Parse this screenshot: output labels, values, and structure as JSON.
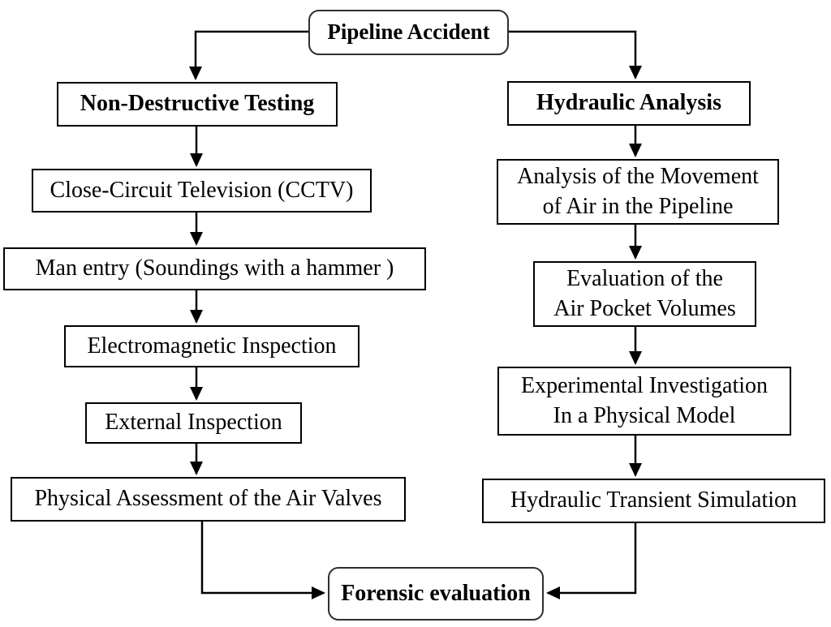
{
  "diagram": {
    "title": "Pipeline Accident forensic investigation flowchart",
    "colors": {
      "line": "#000000",
      "box_border": "#000000",
      "background": "#ffffff",
      "text": "#000000"
    },
    "nodes": {
      "pipeline_accident": "Pipeline Accident",
      "ndt_header": "Non-Destructive Testing",
      "cctv": "Close-Circuit Television (CCTV)",
      "man_entry": "Man entry (Soundings with a hammer )",
      "electromagnetic": "Electromagnetic Inspection",
      "external": "External Inspection",
      "physical_assessment": "Physical Assessment of the Air Valves",
      "hydraulic_header": "Hydraulic Analysis",
      "air_movement": "Analysis of the Movement\nof Air in the Pipeline",
      "air_pocket": "Evaluation of the\nAir Pocket Volumes",
      "experimental": "Experimental Investigation\nIn a Physical Model",
      "transient": "Hydraulic Transient Simulation",
      "forensic": "Forensic evaluation"
    }
  }
}
